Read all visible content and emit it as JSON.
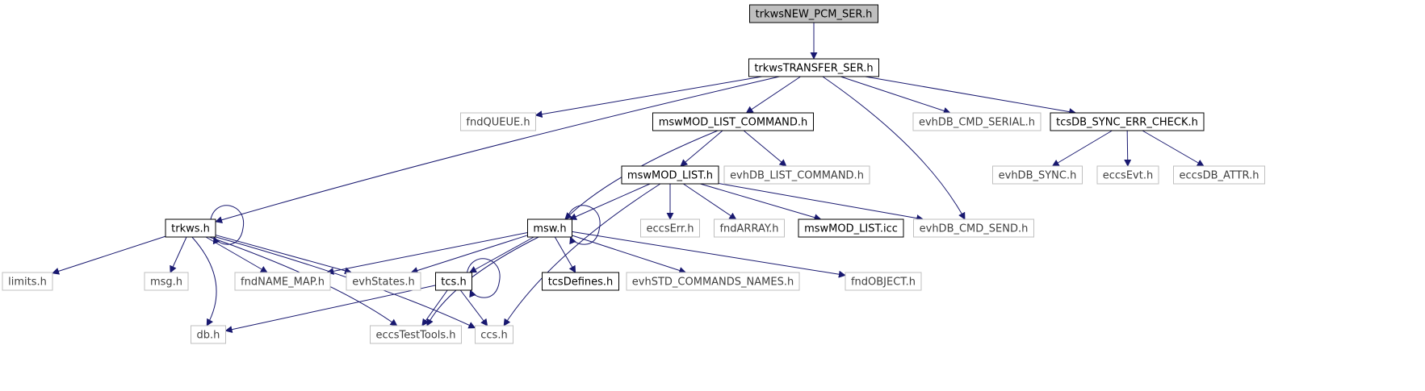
{
  "nodes": [
    {
      "id": "root",
      "label": "trkwsNEW_PCM_SER.h",
      "style": "root"
    },
    {
      "id": "transfer",
      "label": "trkwsTRANSFER_SER.h",
      "style": "doc"
    },
    {
      "id": "fndqueue",
      "label": "fndQUEUE.h",
      "style": "ext"
    },
    {
      "id": "modlistcmd",
      "label": "mswMOD_LIST_COMMAND.h",
      "style": "doc"
    },
    {
      "id": "evhcmdserial",
      "label": "evhDB_CMD_SERIAL.h",
      "style": "ext"
    },
    {
      "id": "tcssync",
      "label": "tcsDB_SYNC_ERR_CHECK.h",
      "style": "doc"
    },
    {
      "id": "modlist",
      "label": "mswMOD_LIST.h",
      "style": "doc"
    },
    {
      "id": "evhlistcmd",
      "label": "evhDB_LIST_COMMAND.h",
      "style": "ext"
    },
    {
      "id": "evhsync",
      "label": "evhDB_SYNC.h",
      "style": "ext"
    },
    {
      "id": "eccsevt",
      "label": "eccsEvt.h",
      "style": "ext"
    },
    {
      "id": "eccsattr",
      "label": "eccsDB_ATTR.h",
      "style": "ext"
    },
    {
      "id": "trkws",
      "label": "trkws.h",
      "style": "doc"
    },
    {
      "id": "msw",
      "label": "msw.h",
      "style": "doc"
    },
    {
      "id": "eccserr",
      "label": "eccsErr.h",
      "style": "ext"
    },
    {
      "id": "fndarray",
      "label": "fndARRAY.h",
      "style": "ext"
    },
    {
      "id": "modlisticc",
      "label": "mswMOD_LIST.icc",
      "style": "doc"
    },
    {
      "id": "evhcmdsend",
      "label": "evhDB_CMD_SEND.h",
      "style": "ext"
    },
    {
      "id": "limits",
      "label": "limits.h",
      "style": "ext"
    },
    {
      "id": "msg",
      "label": "msg.h",
      "style": "ext"
    },
    {
      "id": "fndnamemap",
      "label": "fndNAME_MAP.h",
      "style": "ext"
    },
    {
      "id": "evhstates",
      "label": "evhStates.h",
      "style": "ext"
    },
    {
      "id": "tcs",
      "label": "tcs.h",
      "style": "doc"
    },
    {
      "id": "tcsdefines",
      "label": "tcsDefines.h",
      "style": "doc"
    },
    {
      "id": "evhstd",
      "label": "evhSTD_COMMANDS_NAMES.h",
      "style": "ext"
    },
    {
      "id": "fndobject",
      "label": "fndOBJECT.h",
      "style": "ext"
    },
    {
      "id": "db",
      "label": "db.h",
      "style": "ext"
    },
    {
      "id": "eccstesttools",
      "label": "eccsTestTools.h",
      "style": "ext"
    },
    {
      "id": "ccs",
      "label": "ccs.h",
      "style": "ext"
    }
  ],
  "edges": [
    {
      "from": "root",
      "to": "transfer"
    },
    {
      "from": "transfer",
      "to": "fndqueue"
    },
    {
      "from": "transfer",
      "to": "modlistcmd"
    },
    {
      "from": "transfer",
      "to": "evhcmdserial"
    },
    {
      "from": "transfer",
      "to": "tcssync"
    },
    {
      "from": "transfer",
      "to": "trkws"
    },
    {
      "from": "transfer",
      "to": "evhcmdsend"
    },
    {
      "from": "modlistcmd",
      "to": "modlist"
    },
    {
      "from": "modlistcmd",
      "to": "evhlistcmd"
    },
    {
      "from": "modlistcmd",
      "to": "msw"
    },
    {
      "from": "tcssync",
      "to": "evhsync"
    },
    {
      "from": "tcssync",
      "to": "eccsevt"
    },
    {
      "from": "tcssync",
      "to": "eccsattr"
    },
    {
      "from": "modlist",
      "to": "msw"
    },
    {
      "from": "modlist",
      "to": "eccserr"
    },
    {
      "from": "modlist",
      "to": "fndarray"
    },
    {
      "from": "modlist",
      "to": "modlisticc"
    },
    {
      "from": "modlist",
      "to": "evhcmdsend"
    },
    {
      "from": "modlist",
      "to": "ccs"
    },
    {
      "from": "trkws",
      "to": "trkws"
    },
    {
      "from": "trkws",
      "to": "limits"
    },
    {
      "from": "trkws",
      "to": "msg"
    },
    {
      "from": "trkws",
      "to": "fndnamemap"
    },
    {
      "from": "trkws",
      "to": "evhstates"
    },
    {
      "from": "trkws",
      "to": "db"
    },
    {
      "from": "trkws",
      "to": "eccstesttools"
    },
    {
      "from": "trkws",
      "to": "ccs"
    },
    {
      "from": "msw",
      "to": "msw"
    },
    {
      "from": "msw",
      "to": "fndnamemap"
    },
    {
      "from": "msw",
      "to": "evhstates"
    },
    {
      "from": "msw",
      "to": "tcs"
    },
    {
      "from": "msw",
      "to": "tcsdefines"
    },
    {
      "from": "msw",
      "to": "evhstd"
    },
    {
      "from": "msw",
      "to": "fndobject"
    },
    {
      "from": "msw",
      "to": "eccstesttools"
    },
    {
      "from": "tcs",
      "to": "tcs"
    },
    {
      "from": "tcs",
      "to": "db"
    },
    {
      "from": "tcs",
      "to": "eccstesttools"
    },
    {
      "from": "tcs",
      "to": "ccs"
    }
  ],
  "colors": {
    "edge": "#191970",
    "root_fill": "#bfbfbf",
    "doc_border": "#000000",
    "ext_border": "#bfbfbf",
    "ext_text": "#404040",
    "text": "#000000"
  }
}
